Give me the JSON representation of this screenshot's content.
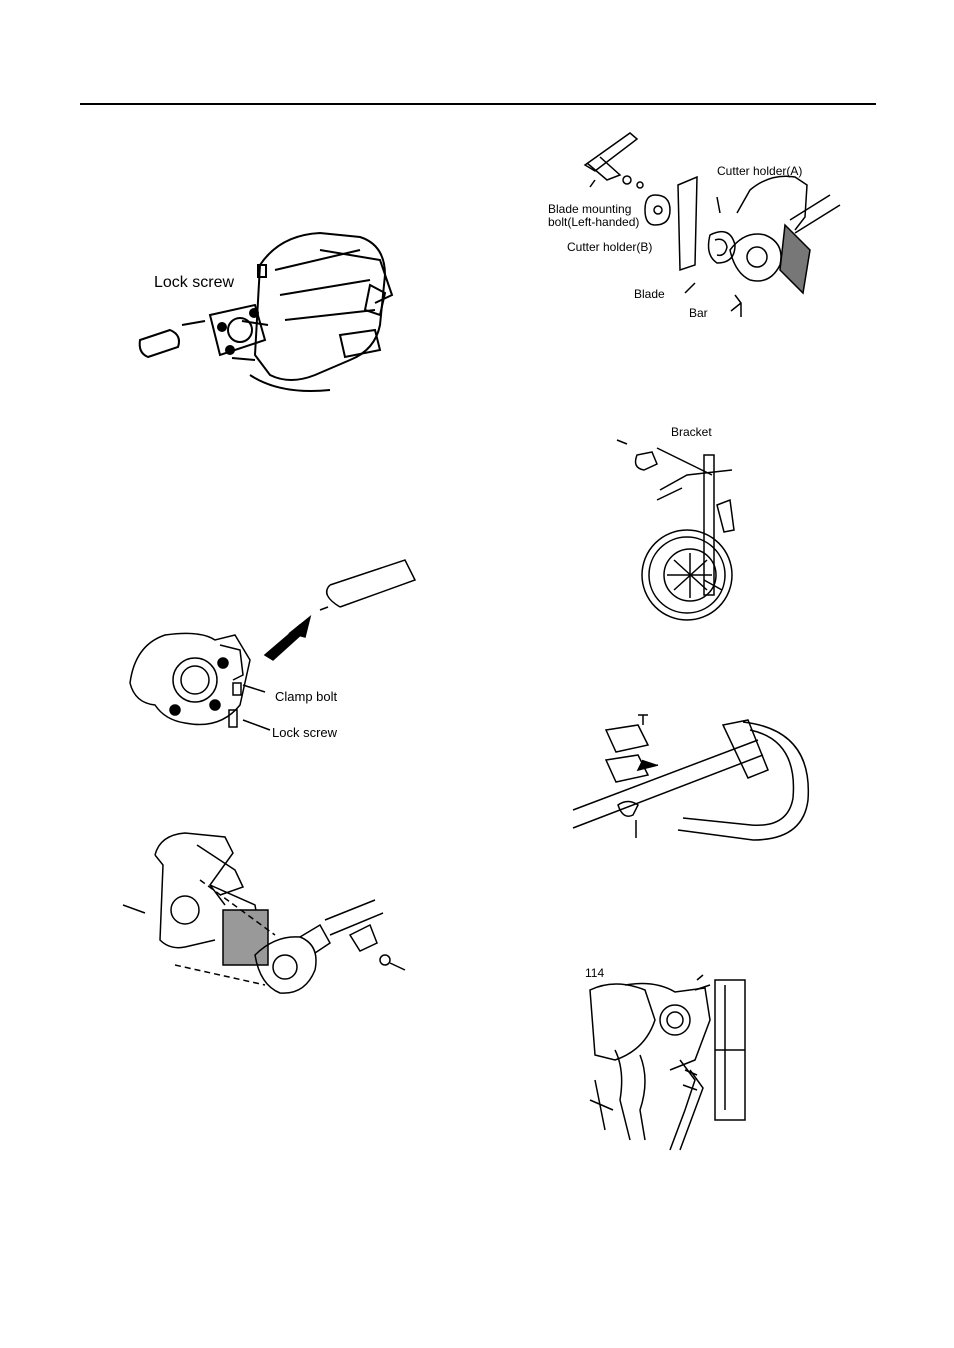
{
  "figures": {
    "engine": {
      "label_lock_screw": "Lock screw"
    },
    "blade": {
      "label_cutter_holder_a": "Cutter holder(A)",
      "label_blade_bolt_line1": "Blade mounting",
      "label_blade_bolt_line2": "bolt(Left-handed)",
      "label_cutter_holder_b": "Cutter holder(B)",
      "label_blade": "Blade",
      "label_bar": "Bar"
    },
    "wheel": {
      "label_bracket": "Bracket"
    },
    "gearcase": {
      "label_clamp_bolt": "Clamp bolt",
      "label_lock_screw": "Lock screw"
    },
    "guard": {},
    "handle": {},
    "carburetor": {
      "label_number": "114"
    }
  }
}
